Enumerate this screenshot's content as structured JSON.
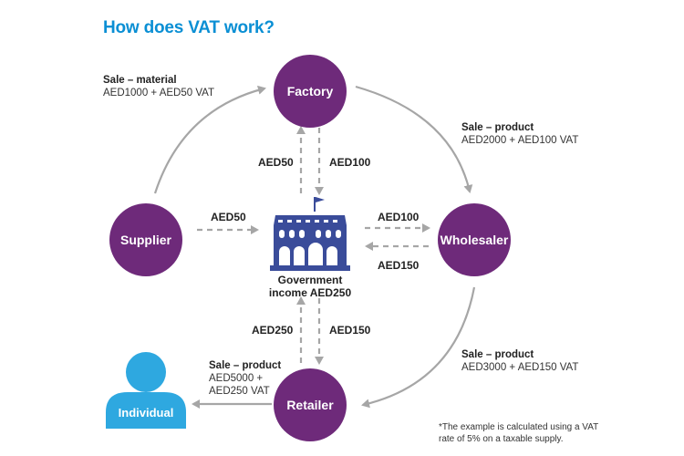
{
  "title": "How does VAT work?",
  "nodes": {
    "factory": "Factory",
    "supplier": "Supplier",
    "wholesaler": "Wholesaler",
    "retailer": "Retailer",
    "individual": "Individual"
  },
  "government_label_line1": "Government",
  "government_label_line2": "income AED250",
  "sales": {
    "material": {
      "title": "Sale – material",
      "amount": "AED1000 + AED50 VAT"
    },
    "product_wholesaler": {
      "title": "Sale – product",
      "amount": "AED2000 + AED100 VAT"
    },
    "product_retailer": {
      "title": "Sale – product",
      "amount": "AED3000 + AED150 VAT"
    },
    "product_individual": {
      "title": "Sale – product",
      "line1": "AED5000 +",
      "line2": "AED250 VAT"
    }
  },
  "flows": {
    "factory_pay": "AED50",
    "factory_receive": "AED100",
    "supplier_pay": "AED50",
    "wholesaler_pay": "AED100",
    "wholesaler_receive": "AED150",
    "retailer_pay": "AED250",
    "retailer_receive": "AED150"
  },
  "footnote_line1": "*The example is calculated using a VAT",
  "footnote_line2": "rate of 5% on a taxable supply.",
  "colors": {
    "title": "#0a8fd4",
    "node": "#6e2a7a",
    "government": "#3a4c9a",
    "individual": "#2ea8e0",
    "arrow": "#a6a6a6"
  }
}
